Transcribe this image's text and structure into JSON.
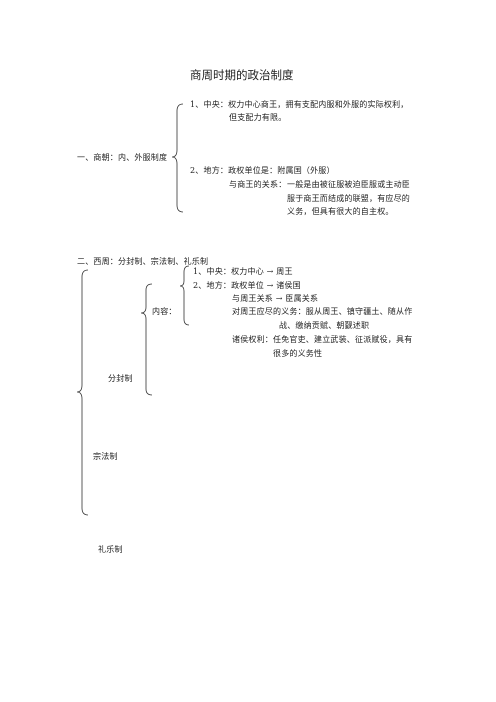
{
  "title": "商周时期的政治制度",
  "shang": {
    "heading": "一、商朝：内、外服制度",
    "central_line1": "1、中央：权力中心商王，拥有支配内服和外服的实际权利，",
    "central_line2": "但支配力有限。",
    "local_line1": "2、地方：政权单位是：附属国（外服）",
    "relation_label": "与商王的关系：",
    "relation_line1": "一般是由被征服被迫臣服或主动臣",
    "relation_line2": "服于商王而结成的联盟，有应尽的",
    "relation_line3": "义务，但具有很大的自主权。"
  },
  "zhou": {
    "heading": "二、西周：分封制、宗法制、礼乐制",
    "fenfeng_label": "分封制",
    "zongfa_label": "宗法制",
    "liyue_label": "礼乐制",
    "content_label": "内容：",
    "central_line": "1、中央：权力中心  →  周王",
    "local_line": "2、地方：政权单位  →  诸侯国",
    "relation_line": "与周王关系  →  臣属关系",
    "duty_line1": "对周王应尽的义务：服从周王、镇守疆土、随从作",
    "duty_line2": "战、缴纳贡赋、朝觐述职",
    "rights_line1": "诸侯权利：任免官吏、建立武装、征派赋役，具有",
    "rights_line2": "很多的义务性"
  }
}
